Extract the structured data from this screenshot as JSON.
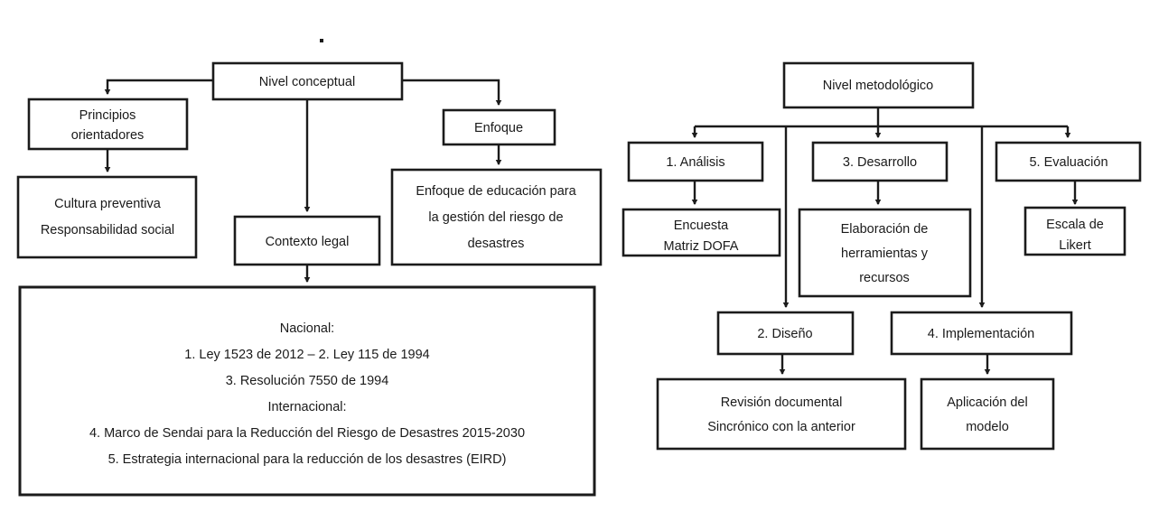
{
  "diagram": {
    "title_marker": ".",
    "colors": {
      "line": "#1b1b1b",
      "text": "#1a1a1a",
      "background": "#ffffff"
    },
    "conceptual_branch": {
      "root": "Nivel conceptual",
      "principios": "Principios",
      "principios_line2": "orientadores",
      "cultura_line1": "Cultura preventiva",
      "cultura_line2": "Responsabilidad social",
      "contexto": "Contexto legal",
      "enfoque": "Enfoque",
      "enfoque_edu_line1": "Enfoque de educación para",
      "enfoque_edu_line2": "la gestión del riesgo de",
      "enfoque_edu_line3": "desastres"
    },
    "legal_box": {
      "lines": [
        "Nacional:",
        "1. Ley 1523 de 2012 – 2. Ley 115 de 1994",
        "3. Resolución 7550 de 1994",
        "Internacional:",
        "4. Marco de Sendai para la Reducción del Riesgo de Desastres 2015-2030",
        "5. Estrategia internacional para la reducción de los desastres (EIRD)"
      ]
    },
    "methodological_branch": {
      "root": "Nivel metodológico",
      "analisis": "1. Análisis",
      "encuesta_line1": "Encuesta",
      "encuesta_line2": "Matriz DOFA",
      "desarrollo": "3. Desarrollo",
      "elaboracion_line1": "Elaboración de",
      "elaboracion_line2": "herramientas y",
      "elaboracion_line3": "recursos",
      "evaluacion": "5. Evaluación",
      "escala_line1": "Escala de",
      "escala_line2": "Likert",
      "diseno": "2. Diseño",
      "implementacion": "4. Implementación",
      "revision_line1": "Revisión documental",
      "revision_line2": "Sincrónico con la anterior",
      "aplicacion_line1": "Aplicación del",
      "aplicacion_line2": "modelo"
    }
  }
}
